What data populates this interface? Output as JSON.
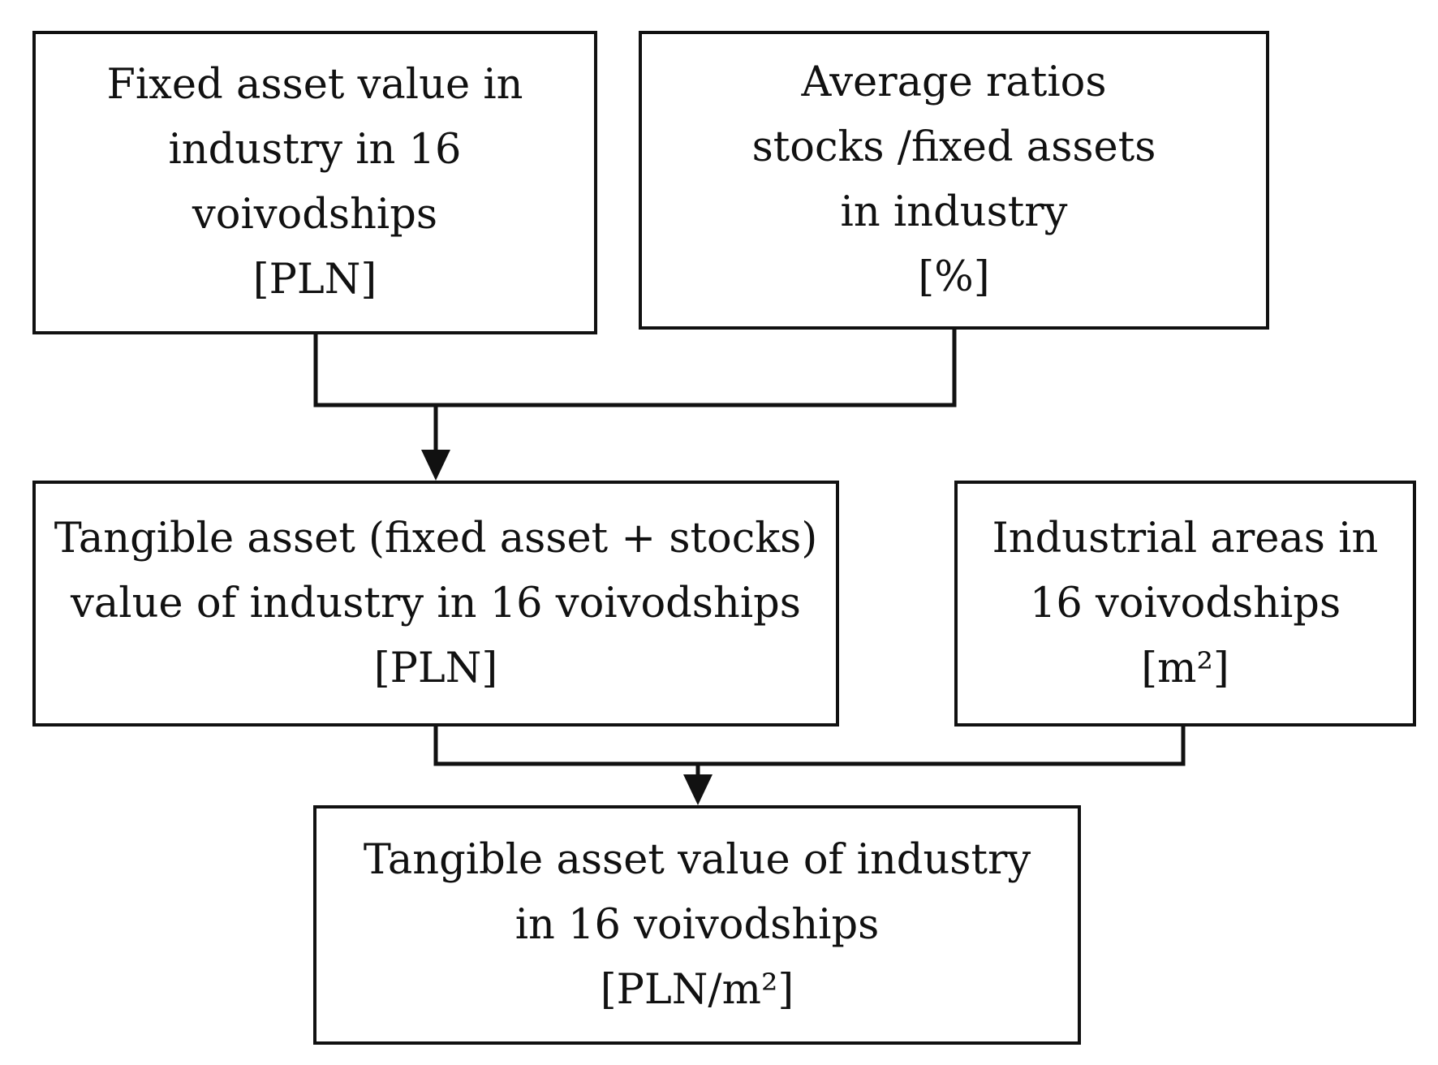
{
  "boxes": {
    "fixed_asset": {
      "lines": [
        "Fixed asset value in",
        "industry in 16",
        "voivodships",
        "[PLN]"
      ]
    },
    "average_ratios": {
      "lines": [
        "Average ratios",
        "stocks /fixed assets",
        "in industry",
        "[%]"
      ]
    },
    "tangible_asset": {
      "lines": [
        "Tangible asset (fixed asset + stocks)",
        "value of industry in 16 voivodships",
        "[PLN]"
      ]
    },
    "industrial_areas": {
      "lines": [
        "Industrial areas in",
        "16 voivodships",
        "[m²]"
      ]
    },
    "result": {
      "lines": [
        "Tangible asset value of industry",
        "in 16 voivodships",
        "[PLN/m²]"
      ]
    }
  },
  "connectors": [
    {
      "from": [
        "fixed_asset",
        "average_ratios"
      ],
      "to": "tangible_asset"
    },
    {
      "from": [
        "tangible_asset",
        "industrial_areas"
      ],
      "to": "result"
    }
  ]
}
